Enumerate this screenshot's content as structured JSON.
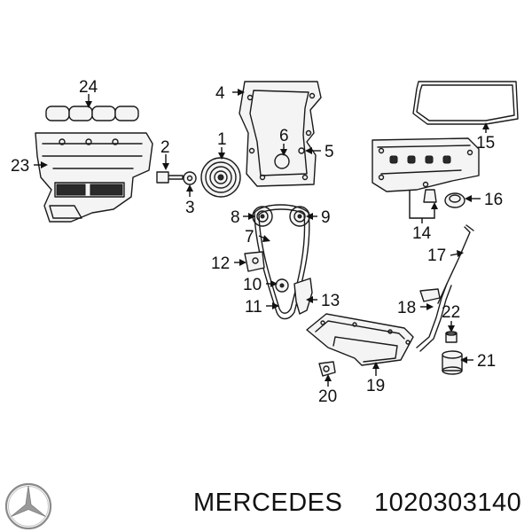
{
  "callouts": {
    "c1": "1",
    "c2": "2",
    "c3": "3",
    "c4": "4",
    "c5": "5",
    "c6": "6",
    "c7": "7",
    "c8": "8",
    "c9": "9",
    "c10": "10",
    "c11": "11",
    "c12": "12",
    "c13": "13",
    "c14": "14",
    "c15": "15",
    "c16": "16",
    "c17": "17",
    "c18": "18",
    "c19": "19",
    "c20": "20",
    "c21": "21",
    "c22": "22",
    "c23": "23",
    "c24": "24"
  },
  "footer": {
    "brand": "MERCEDES",
    "part_number": "1020303140"
  },
  "logo": {
    "icon": "mercedes-star-logo"
  }
}
